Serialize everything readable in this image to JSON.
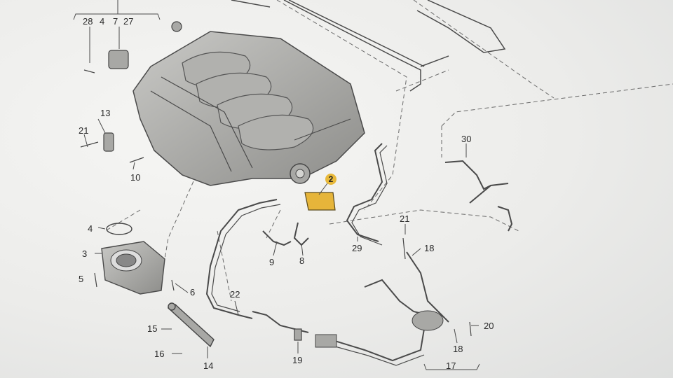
{
  "labels": {
    "l28": "28",
    "l4a": "4",
    "l7": "7",
    "l27": "27",
    "l13": "13",
    "l21a": "21",
    "l10": "10",
    "l4b": "4",
    "l3": "3",
    "l5": "5",
    "l6": "6",
    "l15": "15",
    "l16": "16",
    "l14": "14",
    "l22": "22",
    "l19": "19",
    "l9": "9",
    "l8": "8",
    "l2": "2",
    "l29": "29",
    "l21b": "21",
    "l18a": "18",
    "l30": "30",
    "l20": "20",
    "l18b": "18",
    "l17": "17"
  },
  "colors": {
    "line": "#4a4a4a",
    "part": "#9a9a98",
    "highlight": "#e8b93a",
    "dash": "#6a6a6a"
  }
}
